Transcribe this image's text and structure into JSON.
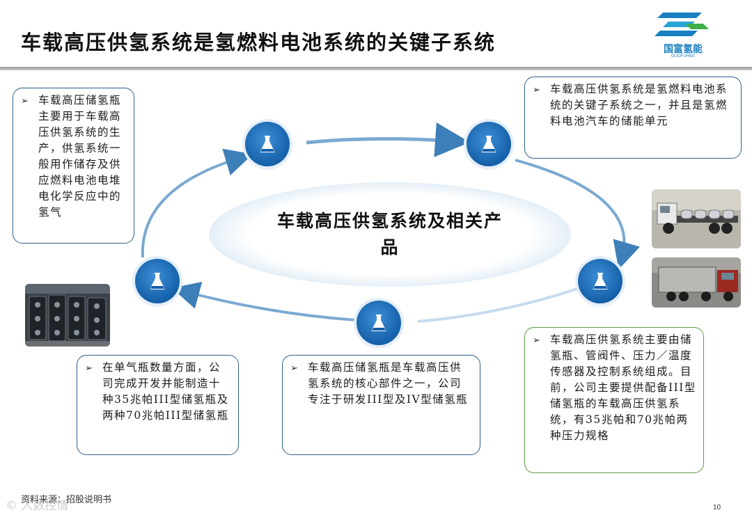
{
  "title": "车载高压供氢系统是氢燃料电池系统的关键子系统",
  "logo": {
    "name": "国富氢能",
    "sub": "GUOFUHEE"
  },
  "center_label": "车载高压供氢系统及相关产品",
  "boxes": {
    "top_left": "车载高压储氢瓶主要用于车载高压供氢系统的生产，供氢系统一般用作储存及供应燃料电池电堆电化学反应中的氢气",
    "top_right": "车载高压供氢系统是氢燃料电池系统的关键子系统之一，并且是氢燃料电池汽车的储能单元",
    "bottom_left": "在单气瓶数量方面，公司完成开发并能制造十种35兆帕III型储氢瓶及两种70兆帕III型储氢瓶",
    "bottom_center": "车载高压储氢瓶是车载高压供氢系统的核心部件之一，公司专注于研发III型及IV型储氢瓶",
    "bottom_right": "车载高压供氢系统主要由储氢瓶、管阀件、压力／温度传感器及控制系统组成。目前，公司主要提供配备III型储氢瓶的车载高压供氢系统，有35兆帕和70兆帕两种压力规格"
  },
  "bullet": "➢",
  "icons": {
    "node": "flask-icon",
    "photo_cylinders": "cylinder-rack-photo",
    "photo_truck_chassis": "truck-chassis-photo",
    "photo_truck": "truck-photo"
  },
  "colors": {
    "accent_blue": "#1560a8",
    "box_blue": "#2b5e8c",
    "box_green": "#5a9a45"
  },
  "footer": "资料来源：招股说明书",
  "watermark": "© 人数控情",
  "page_number": "10"
}
